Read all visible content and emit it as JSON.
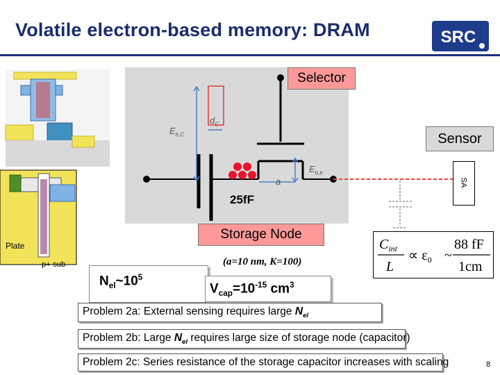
{
  "slide": {
    "title": "Volatile electron-based memory: DRAM",
    "logo_text": "SRC",
    "page_number": "8"
  },
  "diagram": {
    "selector_label": "Selector",
    "sensor_label": "Sensor",
    "sa_label": "SA",
    "storage_node_label": "Storage Node",
    "capacitance_label": "25fF",
    "eb_c": {
      "base": "E",
      "sub": "b,C"
    },
    "dc": {
      "base": "d",
      "sub": "C"
    },
    "eb_tr": {
      "base": "E",
      "sub": "b,tr"
    },
    "a_label": "a",
    "plate_label": "Plate",
    "psub_label": "p+-sub",
    "colors": {
      "highlight_box": "#ff9999",
      "panel": "#d9d9d9",
      "electron": "#e8132e",
      "guide": "#4a7fc9",
      "line": "#000000",
      "dashed": "#ff3b3b"
    }
  },
  "params": {
    "text": "(a=10 nm, K=100)",
    "nel": {
      "base": "N",
      "sub": "el",
      "rest": "~10",
      "sup": "5"
    },
    "vcap": {
      "base": "V",
      "sub": "cap",
      "rest": "=10",
      "sup": "-15",
      "tail": " cm",
      "sup2": "3"
    }
  },
  "formula": {
    "lhs_num": "C",
    "lhs_num_sub": "int",
    "lhs_den": "L",
    "mid": "∝ ε",
    "mid_sub": "0",
    "tilde": "~",
    "rhs_num": "88 fF",
    "rhs_den": "1cm"
  },
  "problems": [
    {
      "lead": "Problem 2a: External sensing requires large ",
      "var": "N",
      "var_sub": "el",
      "tail": ""
    },
    {
      "lead": "Problem 2b: Large ",
      "var": "N",
      "var_sub": "el",
      "tail": " requires large size  of storage node (capacitor)"
    },
    {
      "lead": "Problem 2c: Series resistance of the storage capacitor increases with scaling",
      "var": "",
      "var_sub": "",
      "tail": ""
    }
  ]
}
